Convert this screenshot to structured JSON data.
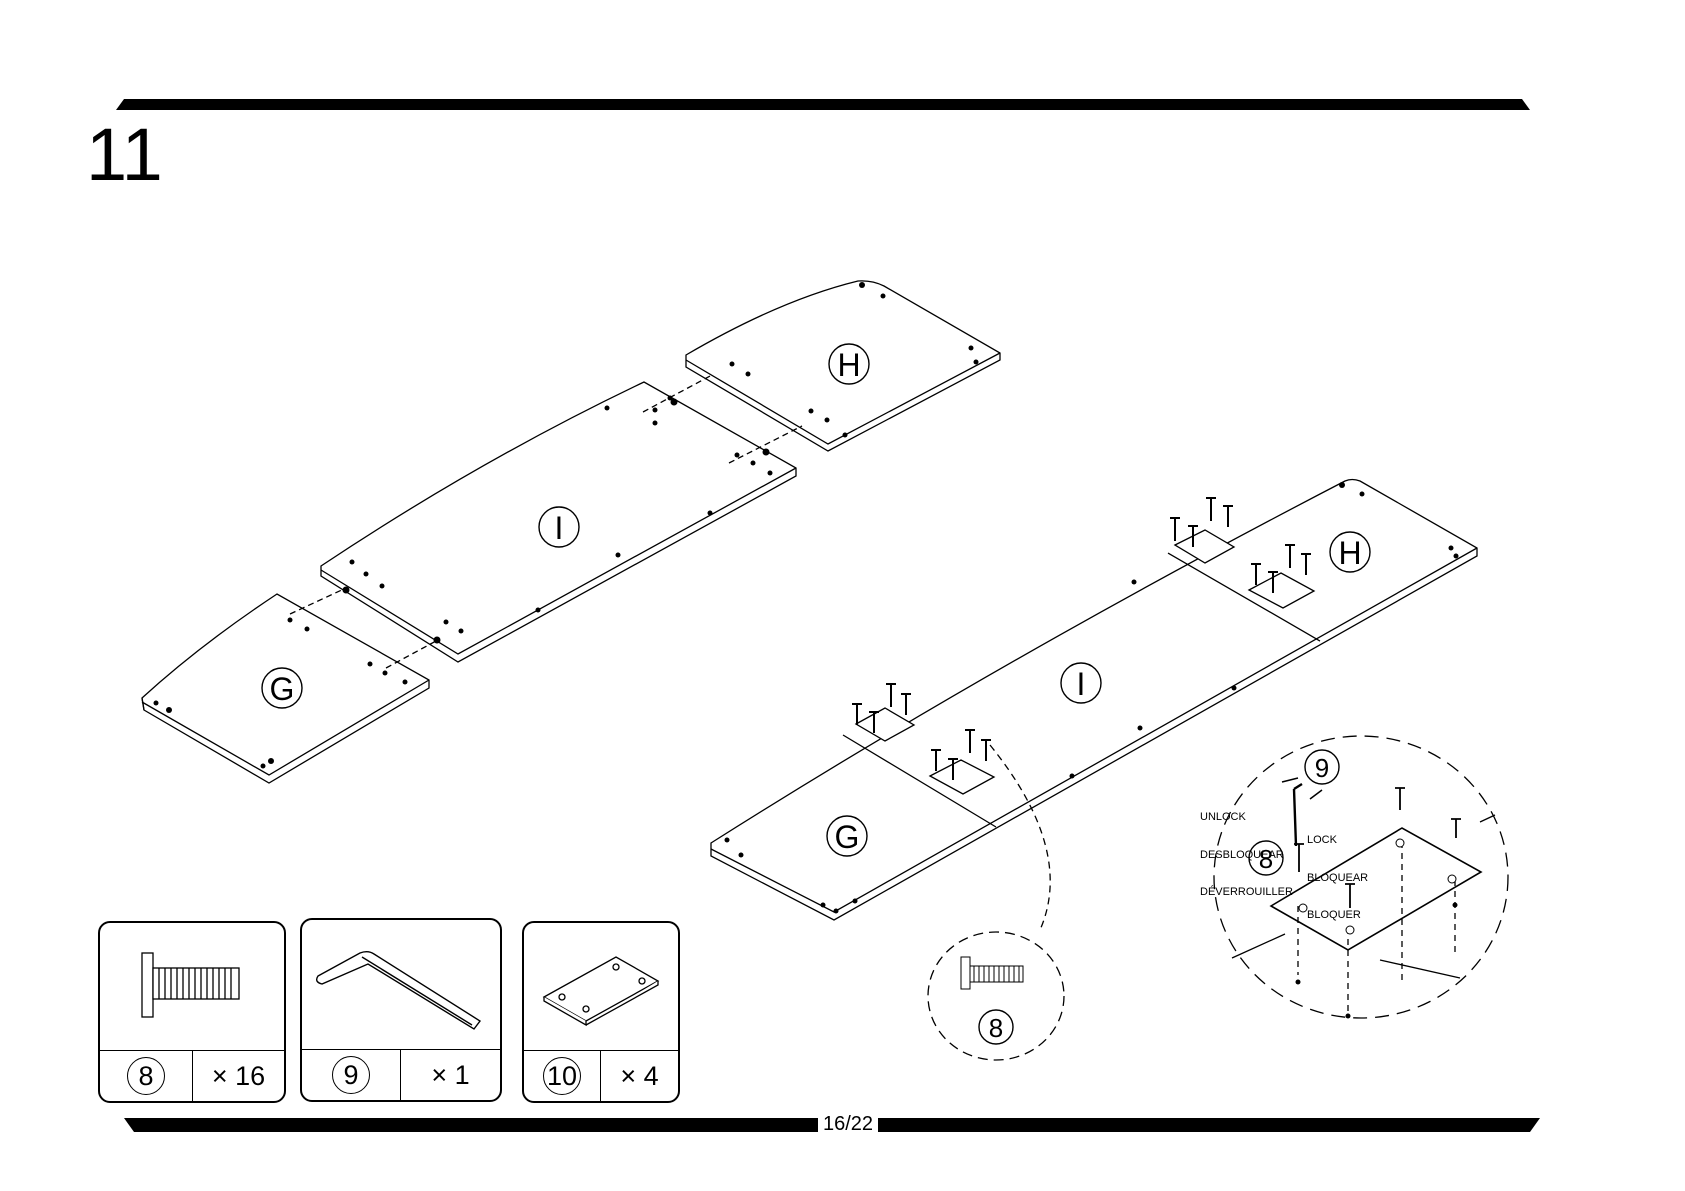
{
  "header": {
    "step_number": "11"
  },
  "footer": {
    "page_number": "16/22"
  },
  "panels": {
    "g": "G",
    "i": "I",
    "h": "H"
  },
  "callout": {
    "part_small": "8",
    "part_large_tool": "9",
    "part_large_screw": "8"
  },
  "lock": {
    "unlock": [
      "UNLOCK",
      "DESBLOQUEAR",
      "DÉVERROUILLER"
    ],
    "lock": [
      "LOCK",
      "BLOQUEAR",
      "BLOQUER"
    ]
  },
  "parts": [
    {
      "id": "8",
      "qty": "× 16",
      "icon": "screw-icon"
    },
    {
      "id": "9",
      "qty": "× 1",
      "icon": "allen-key-icon"
    },
    {
      "id": "10",
      "qty": "× 4",
      "icon": "mounting-plate-icon"
    }
  ]
}
